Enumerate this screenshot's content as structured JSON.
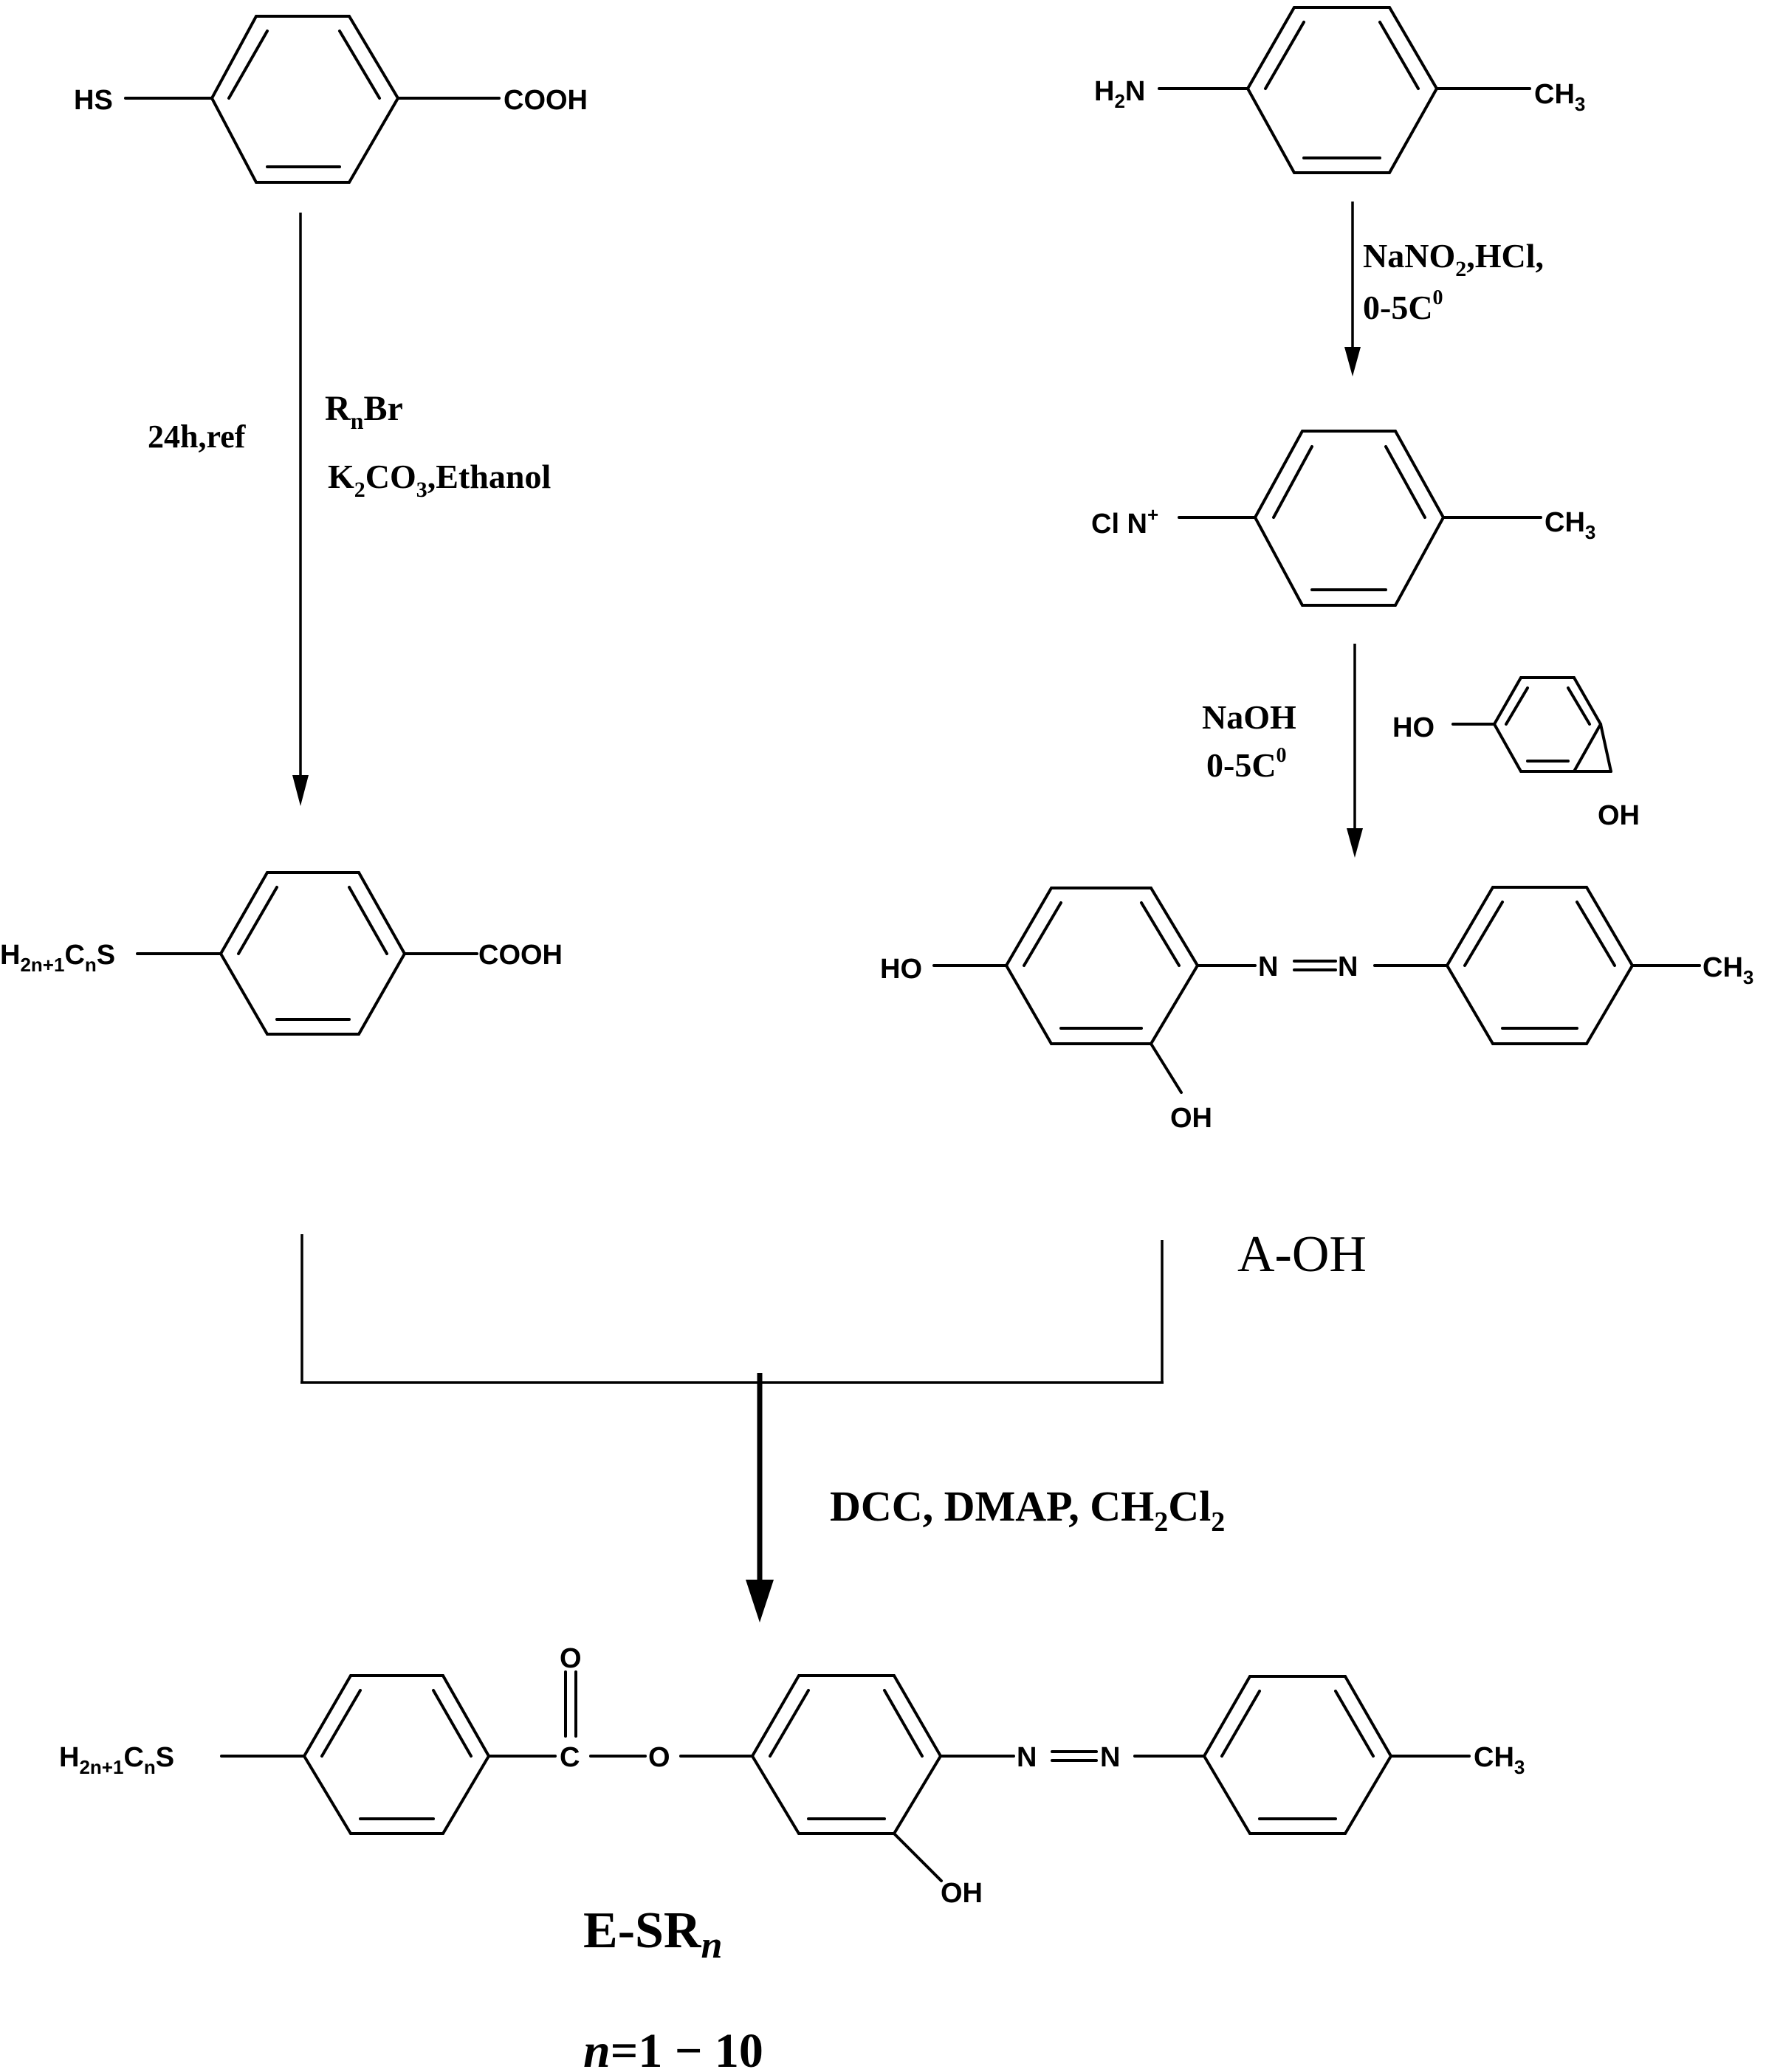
{
  "molecules": {
    "mercaptobenzoic_acid": {
      "left": "HS",
      "right": "COOH"
    },
    "toluidine": {
      "left": "H",
      "left_sub": "2",
      "left_tail": "N",
      "right": "CH",
      "right_sub": "3"
    },
    "diazonium": {
      "left": "Cl N",
      "left_sup": "+",
      "right": "CH",
      "right_sub": "3"
    },
    "resorcinol": {
      "top": "HO",
      "bottom": "OH"
    },
    "alkylthio_acid": {
      "left_a": "H",
      "left_sub1": "2n+1",
      "left_b": "C",
      "left_sub2": "n",
      "left_c": "S",
      "right": "COOH"
    },
    "azo_phenol": {
      "left": "HO",
      "bottom": "OH",
      "azo": "N",
      "right": "CH",
      "right_sub": "3",
      "label": "A-OH"
    },
    "product": {
      "left_a": "H",
      "left_sub1": "2n+1",
      "left_b": "C",
      "left_sub2": "n",
      "left_c": "S",
      "carbonyl_o": "O",
      "carbonyl_c": "C",
      "ester_o": "O",
      "azo": "N",
      "oh": "OH",
      "right": "CH",
      "right_sub": "3",
      "name": "E-SR",
      "name_sub": "n",
      "range_var": "n",
      "range_value": "=1 − 10"
    }
  },
  "conditions": {
    "step1_left": "24h,ref",
    "step1_reagent_a": "R",
    "step1_reagent_a_sub": "n",
    "step1_reagent_a_tail": "Br",
    "step1_reagent_b": "K",
    "step1_reagent_b_sub1": "2",
    "step1_reagent_b_mid": "CO",
    "step1_reagent_b_sub2": "3",
    "step1_reagent_b_tail": ",Ethanol",
    "diazo_a": "NaNO",
    "diazo_a_sub": "2",
    "diazo_a_tail": ",HCl,",
    "diazo_b": "0-5C",
    "diazo_b_sup": "0",
    "coupling_a": "NaOH",
    "coupling_b": "0-5C",
    "coupling_b_sup": "0",
    "esterification": "DCC, DMAP, CH",
    "esterification_sub1": "2",
    "esterification_mid": "Cl",
    "esterification_sub2": "2"
  }
}
